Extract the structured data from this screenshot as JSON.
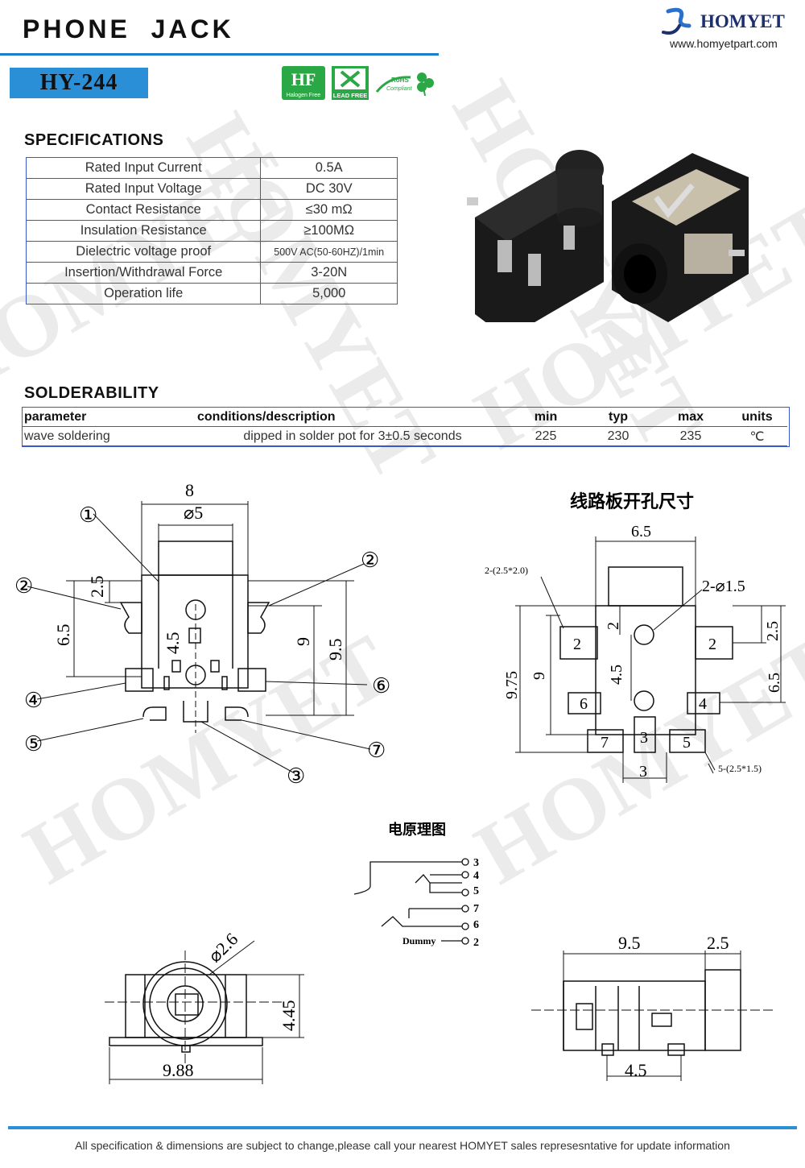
{
  "header": {
    "title": "PHONE  JACK",
    "model": "HY-244",
    "brand": "HOMYET",
    "website": "www.homyetpart.com",
    "cert_labels": {
      "halogen": "Halogen Free",
      "lead": "LEAD FREE",
      "rohs_top": "RoHS",
      "rohs_bottom": "Compliant"
    }
  },
  "specifications": {
    "heading": "SPECIFICATIONS",
    "rows": [
      {
        "label": "Rated Input Current",
        "value": "0.5A"
      },
      {
        "label": "Rated Input Voltage",
        "value": "DC  30V"
      },
      {
        "label": "Contact Resistance",
        "value": "≤30  mΩ"
      },
      {
        "label": "Insulation Resistance",
        "value": "≥100MΩ"
      },
      {
        "label": "Dielectric voltage proof",
        "value": "500V AC(50-60HZ)/1min"
      },
      {
        "label": "Insertion/Withdrawal Force",
        "value": "3-20N"
      },
      {
        "label": "Operation life",
        "value": "5,000"
      }
    ]
  },
  "solderability": {
    "heading": "SOLDERABILITY",
    "columns": [
      "parameter",
      "conditions/description",
      "min",
      "typ",
      "max",
      "units"
    ],
    "row": [
      "wave soldering",
      "dipped in solder pot for 3±0.5 seconds",
      "225",
      "230",
      "235",
      "℃"
    ]
  },
  "drawing_front": {
    "dim_width": "8",
    "dim_dia": "⌀5",
    "dim_25": "2.5",
    "dim_65": "6.5",
    "dim_45": "4.5",
    "dim_9": "9",
    "dim_95": "9.5",
    "callouts": [
      "①",
      "②",
      "②",
      "③",
      "④",
      "⑤",
      "⑥",
      "⑦"
    ]
  },
  "pcb_layout": {
    "title": "线路板开孔尺寸",
    "dim_65_top": "6.5",
    "pad_note_top": "2-(2.5*2.0)",
    "hole_note": "2-⌀1.5",
    "dim_2": "2",
    "dim_25": "2.5",
    "dim_45": "4.5",
    "dim_65_right": "6.5",
    "dim_975": "9.75",
    "dim_9": "9",
    "dim_3": "3",
    "pad_note_bottom": "5-(2.5*1.5)",
    "pads": [
      "2",
      "2",
      "6",
      "4",
      "7",
      "3",
      "5"
    ]
  },
  "schematic": {
    "title": "电原理图",
    "pins": [
      "3",
      "4",
      "5",
      "7",
      "6",
      "2"
    ],
    "dummy_label": "Dummy"
  },
  "drawing_end": {
    "dim_dia": "⌀2.6",
    "dim_445": "4.45",
    "dim_988": "9.88"
  },
  "drawing_side": {
    "dim_95": "9.5",
    "dim_25": "2.5",
    "dim_45": "4.5"
  },
  "footer": {
    "disclaimer": "All specification & dimensions are subject to change,please call your nearest HOMYET sales represesntative for update information"
  },
  "colors": {
    "accent_blue": "#2a8fd6",
    "table_border": "#3a58c8",
    "cert_green": "#2aa845"
  }
}
